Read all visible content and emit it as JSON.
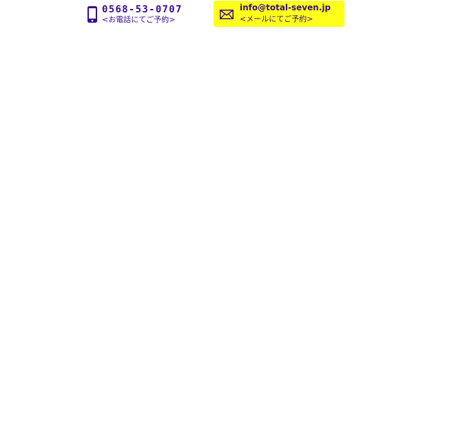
{
  "colors": {
    "accent": "#3a0b8e",
    "mail_background": "#ffff1a",
    "page_background": "#ffffff"
  },
  "phone": {
    "icon": "smartphone-icon",
    "number": "0568-53-0707",
    "subtitle": "<お電話にてご予約>"
  },
  "mail": {
    "icon": "envelope-icon",
    "address": "info@total-seven.jp",
    "subtitle": "<メールにてご予約>"
  }
}
